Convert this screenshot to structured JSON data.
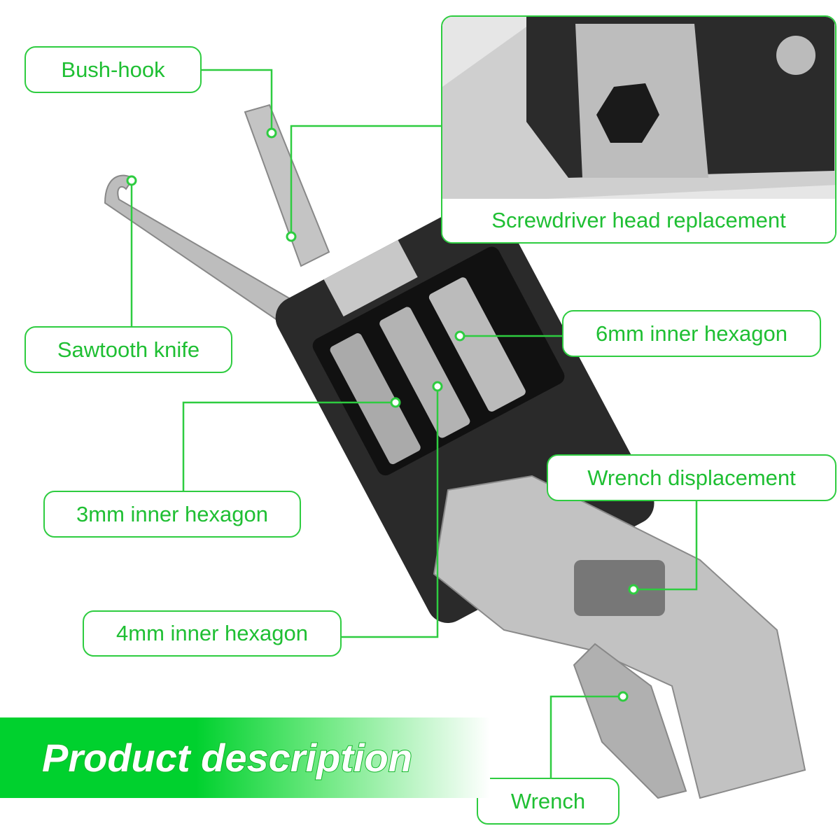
{
  "labels": {
    "bush_hook": "Bush-hook",
    "screwdriver_head": "Screwdriver head replacement",
    "sawtooth_knife": "Sawtooth knife",
    "hex_6mm": "6mm inner hexagon",
    "wrench_displacement": "Wrench displacement",
    "hex_3mm": "3mm inner hexagon",
    "hex_4mm": "4mm inner hexagon",
    "wrench": "Wrench"
  },
  "banner": {
    "title": "Product description"
  },
  "colors": {
    "accent": "#2ecc40",
    "text": "#1fbf33",
    "banner": "#00d12e",
    "tool_body": "#2a2a2a",
    "steel": "#b8b8b8"
  }
}
